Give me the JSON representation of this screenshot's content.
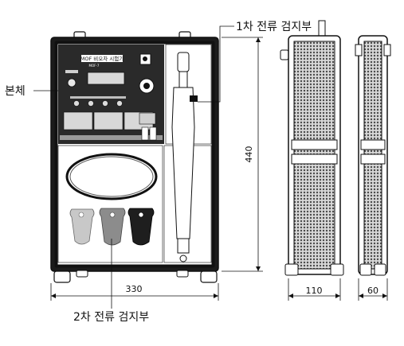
{
  "callouts": {
    "body": "본체",
    "primary_sensor": "1차 전류 검지부",
    "secondary_sensor": "2차 전류 검지부"
  },
  "dimensions": {
    "front_width": "330",
    "height": "440",
    "side_width": "110",
    "depth": "60"
  },
  "panel": {
    "title": "MOF 비오차 시험기",
    "subtitle": "MOF-7"
  },
  "colors": {
    "line": "#111111",
    "case": "#1b1b1b",
    "panel": "#2a2a2a",
    "display": "#d8d8d8",
    "white": "#ffffff",
    "clamp_light": "#c8c8c8",
    "clamp_mid": "#8c8c8c",
    "clamp_dark": "#1e1e1e",
    "knurl": "#6a6a6a"
  }
}
